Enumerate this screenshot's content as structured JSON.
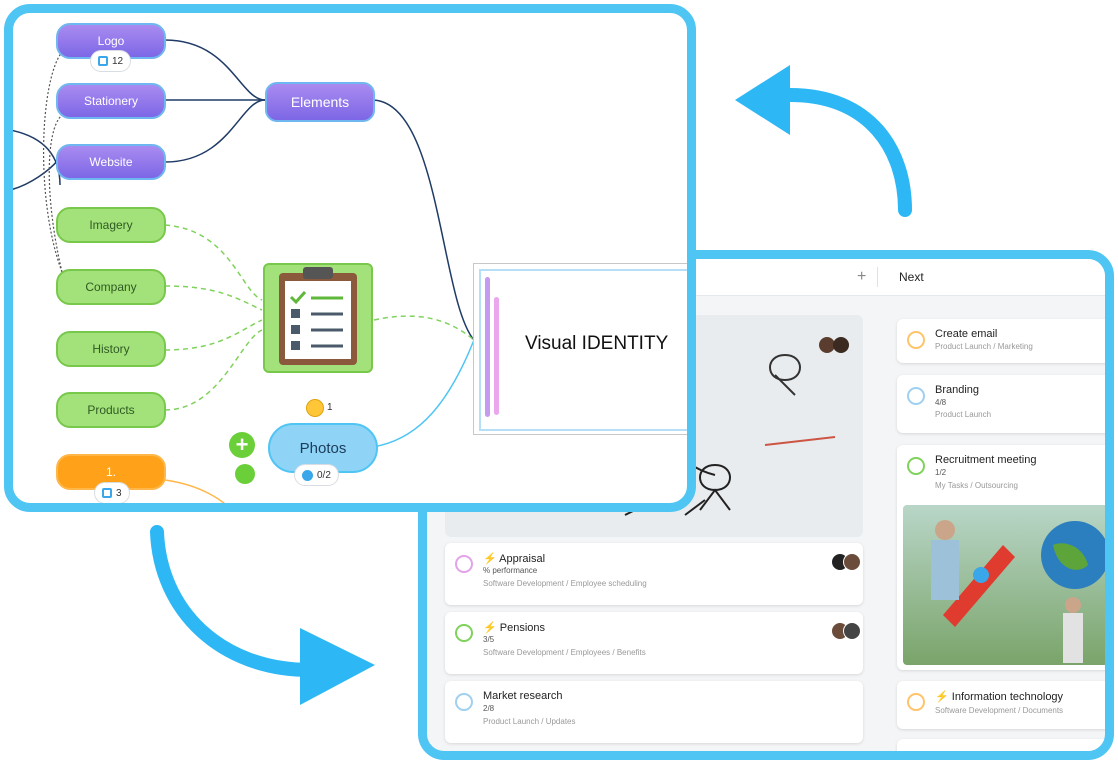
{
  "mindmap": {
    "nodes": {
      "logo": "Logo",
      "logo_badge": "12",
      "stationery": "Stationery",
      "website": "Website",
      "elements": "Elements",
      "imagery": "Imagery",
      "company": "Company",
      "history": "History",
      "products": "Products",
      "one": "1.",
      "one_badge": "3",
      "photos": "Photos",
      "photos_badge": "0/2",
      "emoji_count": "1",
      "visual_identity": "Visual IDENTITY"
    },
    "icons": [
      "clipboard-checklist-icon",
      "smiley-icon",
      "plus-icon",
      "sync-icon",
      "check-circle-icon"
    ]
  },
  "board": {
    "add_column": "+",
    "next_column": "Next",
    "left_cards": [
      {
        "title": "Appraisal",
        "sub": "% performance",
        "path": "Software Development / Employee scheduling",
        "flag": "⚡"
      },
      {
        "title": "Pensions",
        "sub": "3/5",
        "path": "Software Development / Employees / Benefits",
        "flag": "⚡"
      },
      {
        "title": "Market research",
        "sub": "2/8",
        "path": "Product Launch / Updates",
        "flag": ""
      }
    ],
    "right_cards": [
      {
        "title": "Create email",
        "sub": "",
        "path": "Product Launch / Marketing",
        "flag": ""
      },
      {
        "title": "Branding",
        "sub": "4/8",
        "path": "Product Launch",
        "flag": ""
      },
      {
        "title": "Recruitment meeting",
        "sub": "1/2",
        "path": "My Tasks / Outsourcing",
        "flag": ""
      },
      {
        "title": "Information technology",
        "sub": "",
        "path": "Software Development / Documents",
        "flag": "⚡"
      }
    ]
  },
  "colors": {
    "accent": "#4ec5f3",
    "purple": "#8a74ea",
    "green": "#a3e27a",
    "orange": "#ffa21a"
  }
}
